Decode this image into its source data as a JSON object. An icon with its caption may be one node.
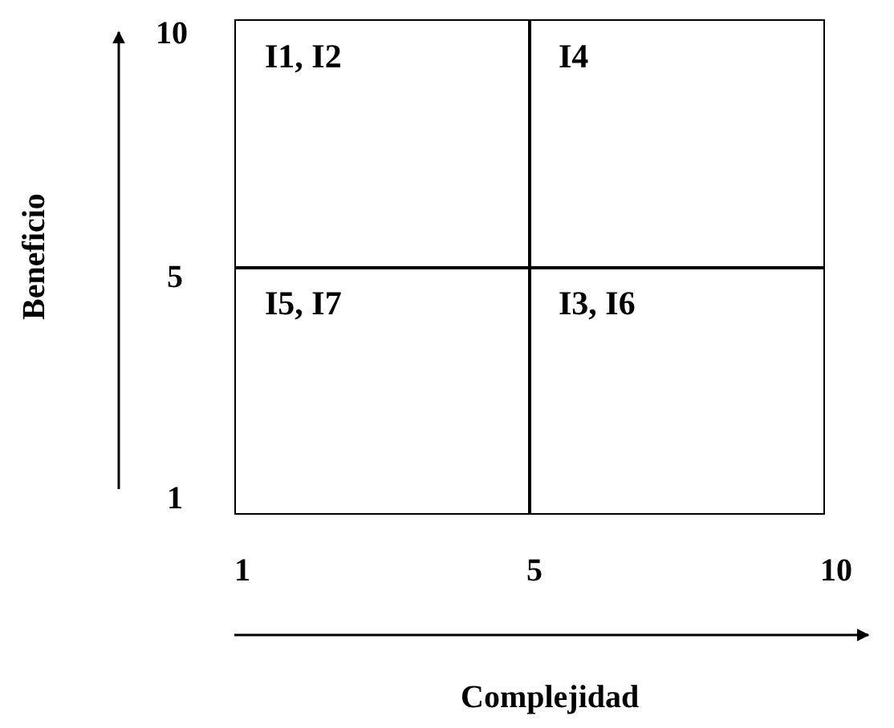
{
  "diagram": {
    "nodes": [
      {
        "text": [
          "I1, I2"
        ]
      },
      {
        "text": [
          "I4"
        ]
      },
      {
        "text": [
          "I5, I7"
        ]
      },
      {
        "text": [
          "I3, I6"
        ]
      }
    ],
    "labels": [
      "10",
      "Beneficio",
      "5",
      "1",
      "1",
      "5",
      "10",
      "Complejidad"
    ]
  }
}
